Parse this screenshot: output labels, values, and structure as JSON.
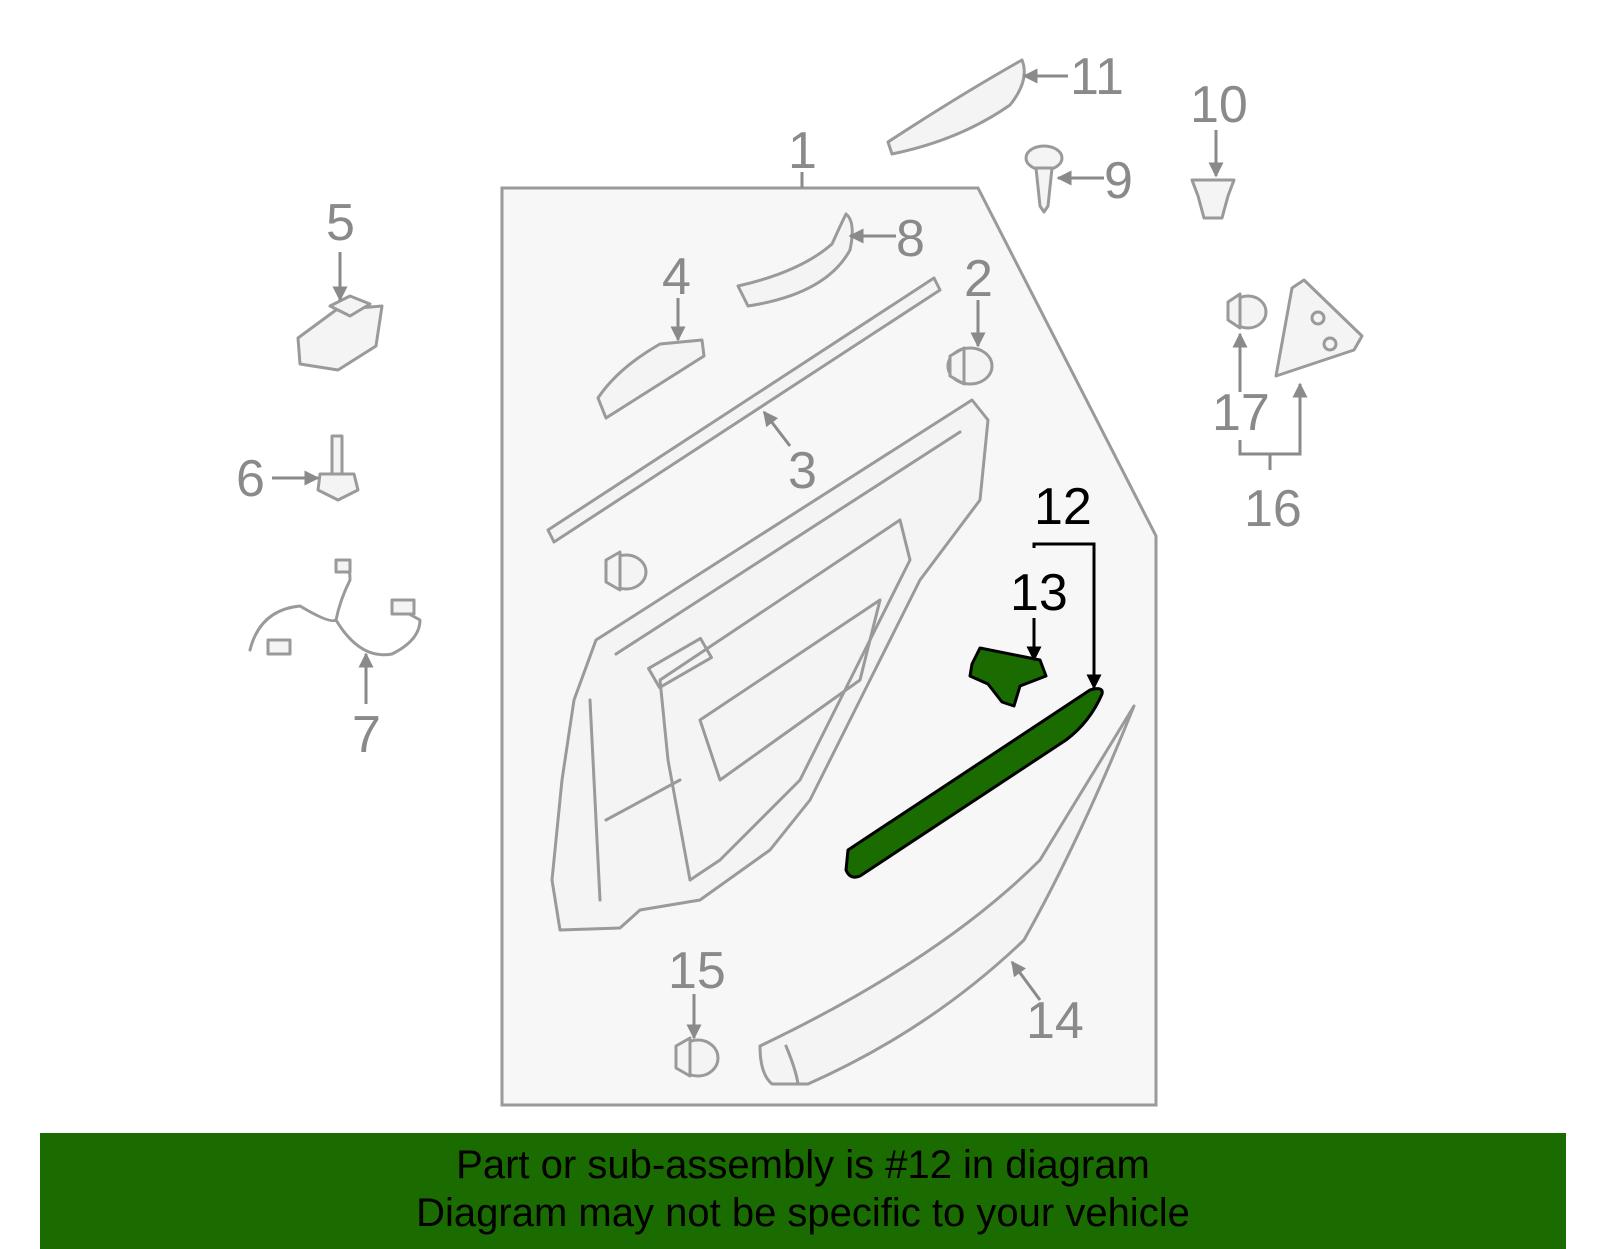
{
  "callouts": {
    "c1": "1",
    "c2": "2",
    "c3": "3",
    "c4": "4",
    "c5": "5",
    "c6": "6",
    "c7": "7",
    "c8": "8",
    "c9": "9",
    "c10": "10",
    "c11": "11",
    "c12": "12",
    "c13": "13",
    "c14": "14",
    "c15": "15",
    "c16": "16",
    "c17": "17"
  },
  "highlight_color": "#1a6b00",
  "banner": {
    "line1": "Part or sub-assembly is #12 in diagram",
    "line2": "Diagram may not be specific to your vehicle"
  }
}
